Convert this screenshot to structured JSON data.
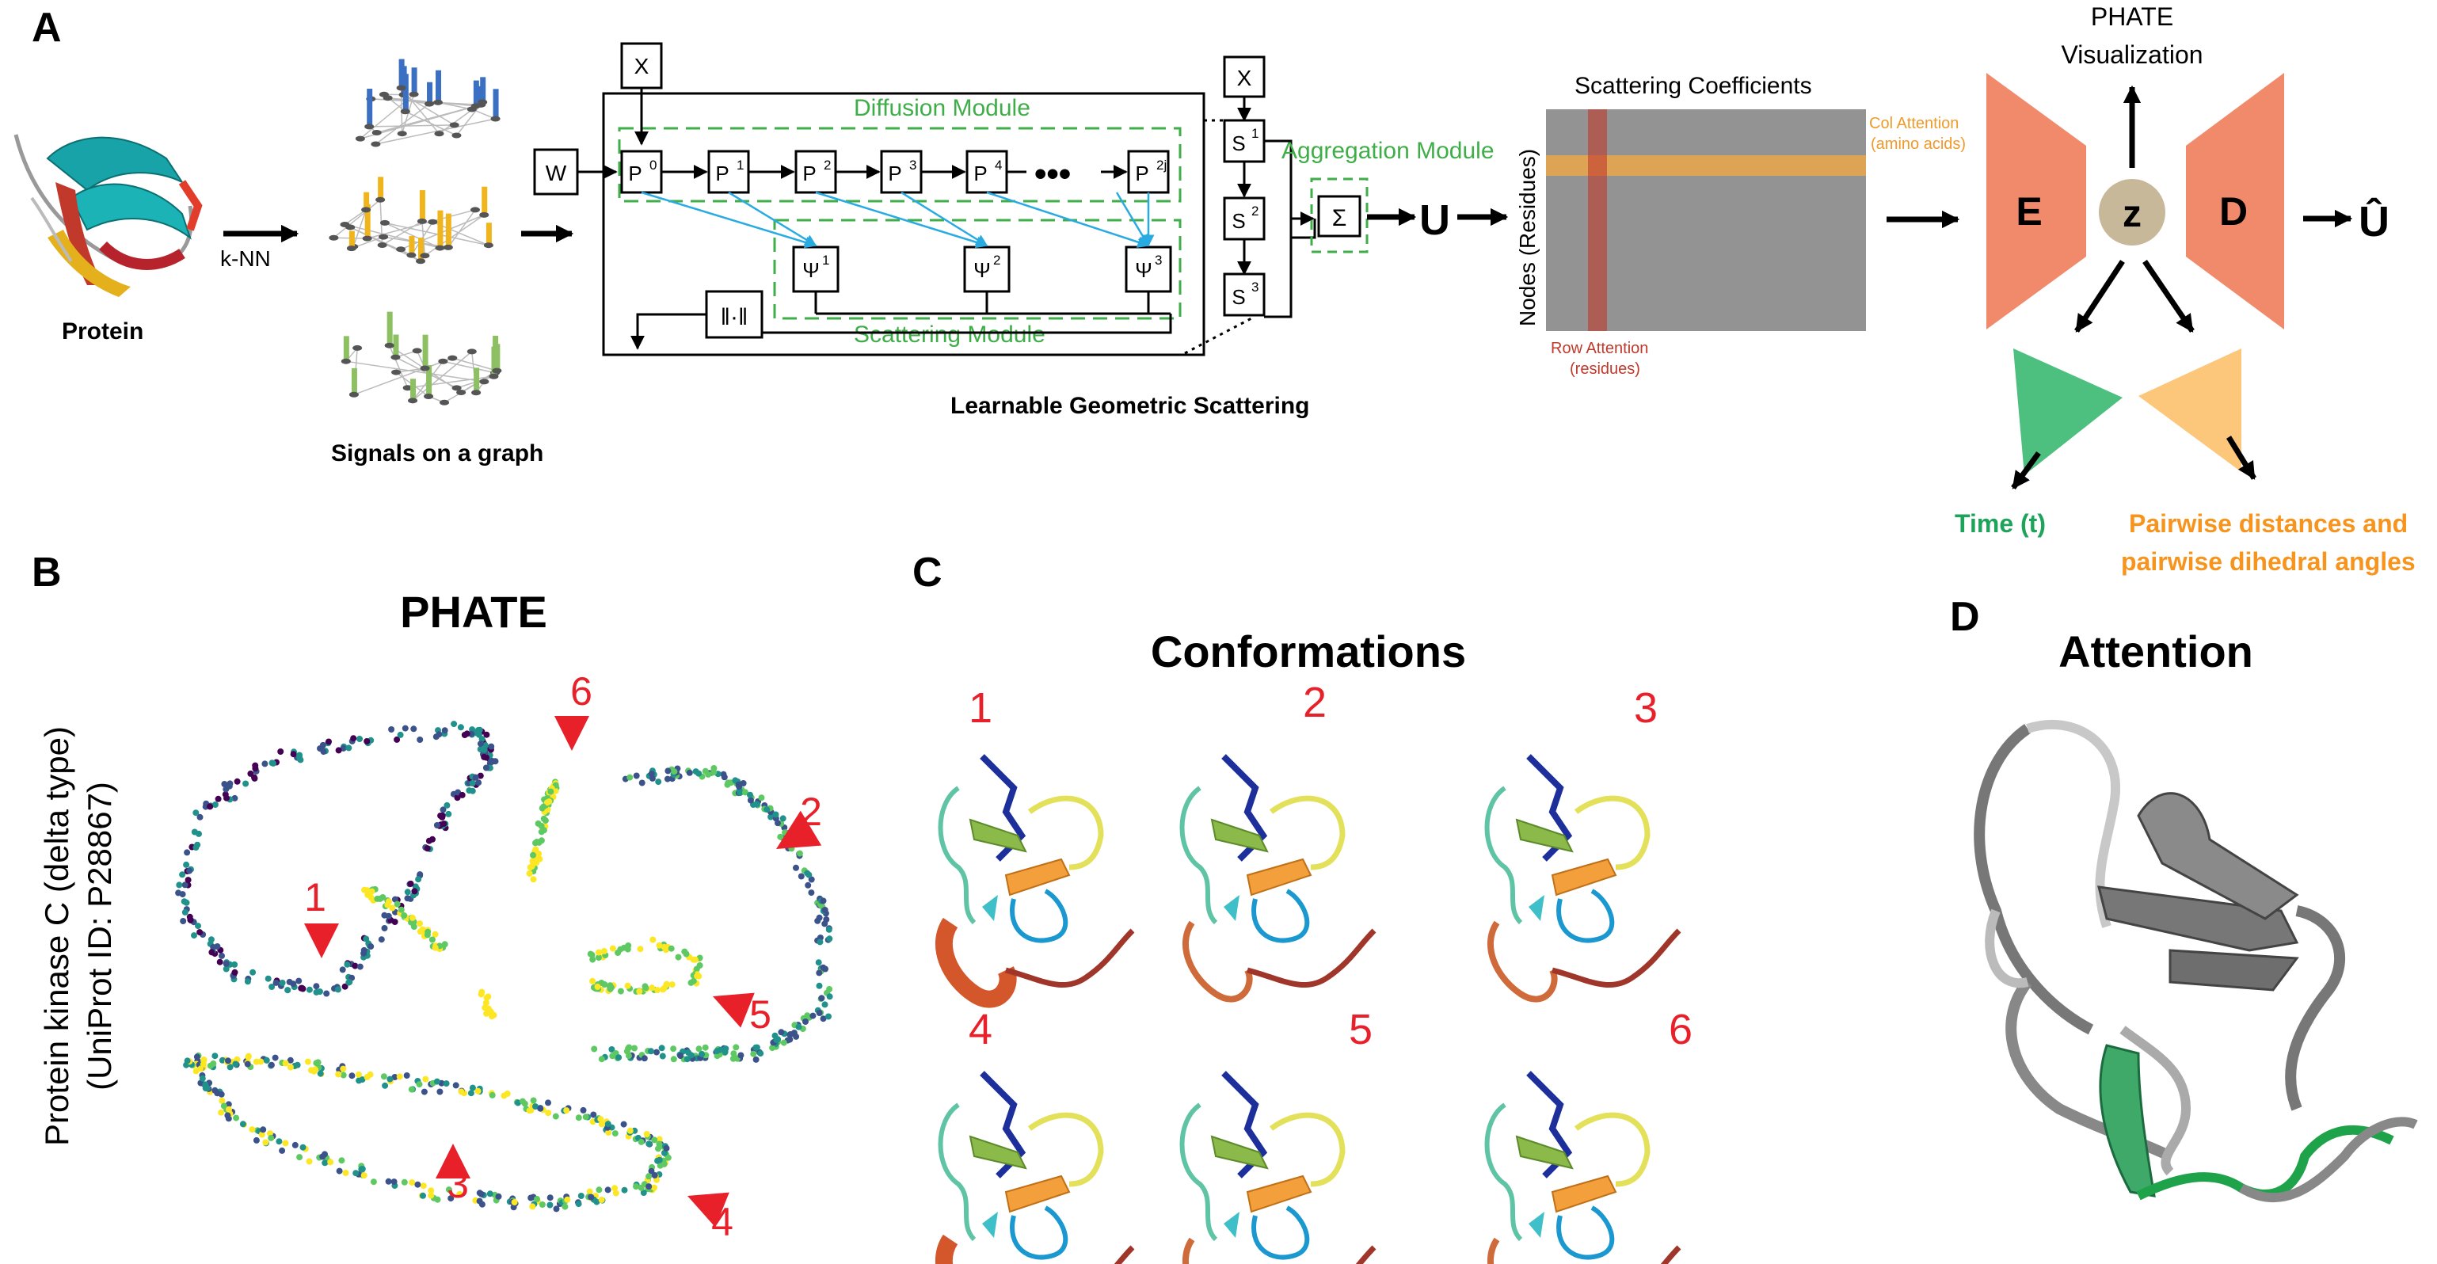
{
  "panel_letters": {
    "a": "A",
    "b": "B",
    "c": "C",
    "d": "D"
  },
  "panel_a": {
    "protein_label": "Protein",
    "knn_label": "k-NN",
    "signals_label": "Signals on a graph",
    "input_x": "X",
    "input_w": "W",
    "diffusion_module": "Diffusion Module",
    "scattering_module": "Scattering Module",
    "aggregation_module": "Aggregation Module",
    "lgs_label": "Learnable Geometric Scattering",
    "p_nodes": [
      "P",
      "P",
      "P",
      "P",
      "P",
      "P"
    ],
    "p_sups": [
      "0",
      "1",
      "2",
      "3",
      "4",
      "2j"
    ],
    "dots": "•••",
    "psi_nodes": [
      "Ψ",
      "Ψ",
      "Ψ"
    ],
    "psi_sups": [
      "1",
      "2",
      "3"
    ],
    "norm_label": "‖·‖",
    "s_input_x": "X",
    "s_nodes": [
      "S",
      "S",
      "S"
    ],
    "s_sups": [
      "1",
      "2",
      "3"
    ],
    "sum_symbol": "Σ",
    "u_label": "U",
    "scattering_coeffs": "Scattering Coefficients",
    "col_attention_1": "Col Attention",
    "col_attention_2": "(amino acids)",
    "row_attention_1": "Row Attention",
    "row_attention_2": "(residues)",
    "nodes_axis": "Nodes (Residues)",
    "phate_vis_1": "PHATE",
    "phate_vis_2": "Visualization",
    "encoder": "E",
    "latent": "z",
    "decoder": "D",
    "u_hat": "Û",
    "time_label": "Time (t)",
    "pairwise_1": "Pairwise distances and",
    "pairwise_2": "pairwise dihedral angles",
    "colors": {
      "green_module": "#3fae49",
      "blue_arrow": "#29abe2",
      "salmon": "#f08a6b",
      "latent": "#c8b89a",
      "time_green": "#4dbf7f",
      "pairwise_orange": "#fcc77a",
      "row_attn": "#c0392b",
      "col_attn": "#f7a941",
      "heatmap": "#939393"
    }
  },
  "panel_b": {
    "title": "PHATE",
    "ylabel_1": "Protein kinase C (delta type)",
    "ylabel_2": "(UniProt ID: P28867)",
    "markers": [
      "1",
      "2",
      "3",
      "4",
      "5",
      "6"
    ],
    "colormap": [
      "#440154",
      "#3b528b",
      "#21918c",
      "#5ec962",
      "#fde725"
    ]
  },
  "panel_c": {
    "title": "Conformations",
    "labels": [
      "1",
      "2",
      "3",
      "4",
      "5",
      "6"
    ]
  },
  "panel_d": {
    "title": "Attention"
  }
}
